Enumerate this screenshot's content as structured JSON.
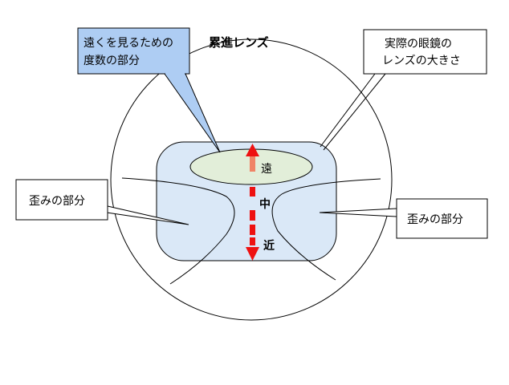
{
  "title": "累進レンズ",
  "callouts": {
    "distance_zone": [
      "遠くを見るための",
      "度数の部分"
    ],
    "actual_lens": [
      "実際の眼鏡の",
      "レンズの大きさ"
    ],
    "distortion_left": "歪みの部分",
    "distortion_right": "歪みの部分"
  },
  "zones": {
    "far": "遠",
    "middle": "中",
    "near": "近"
  },
  "colors": {
    "lens_fill": "#dae8f7",
    "distance_zone_fill": "#e2eed9",
    "distance_callout_fill": "#aecdf3",
    "arrow": "#ee1111",
    "arrow_light": "#f08466",
    "stroke": "#000000"
  }
}
